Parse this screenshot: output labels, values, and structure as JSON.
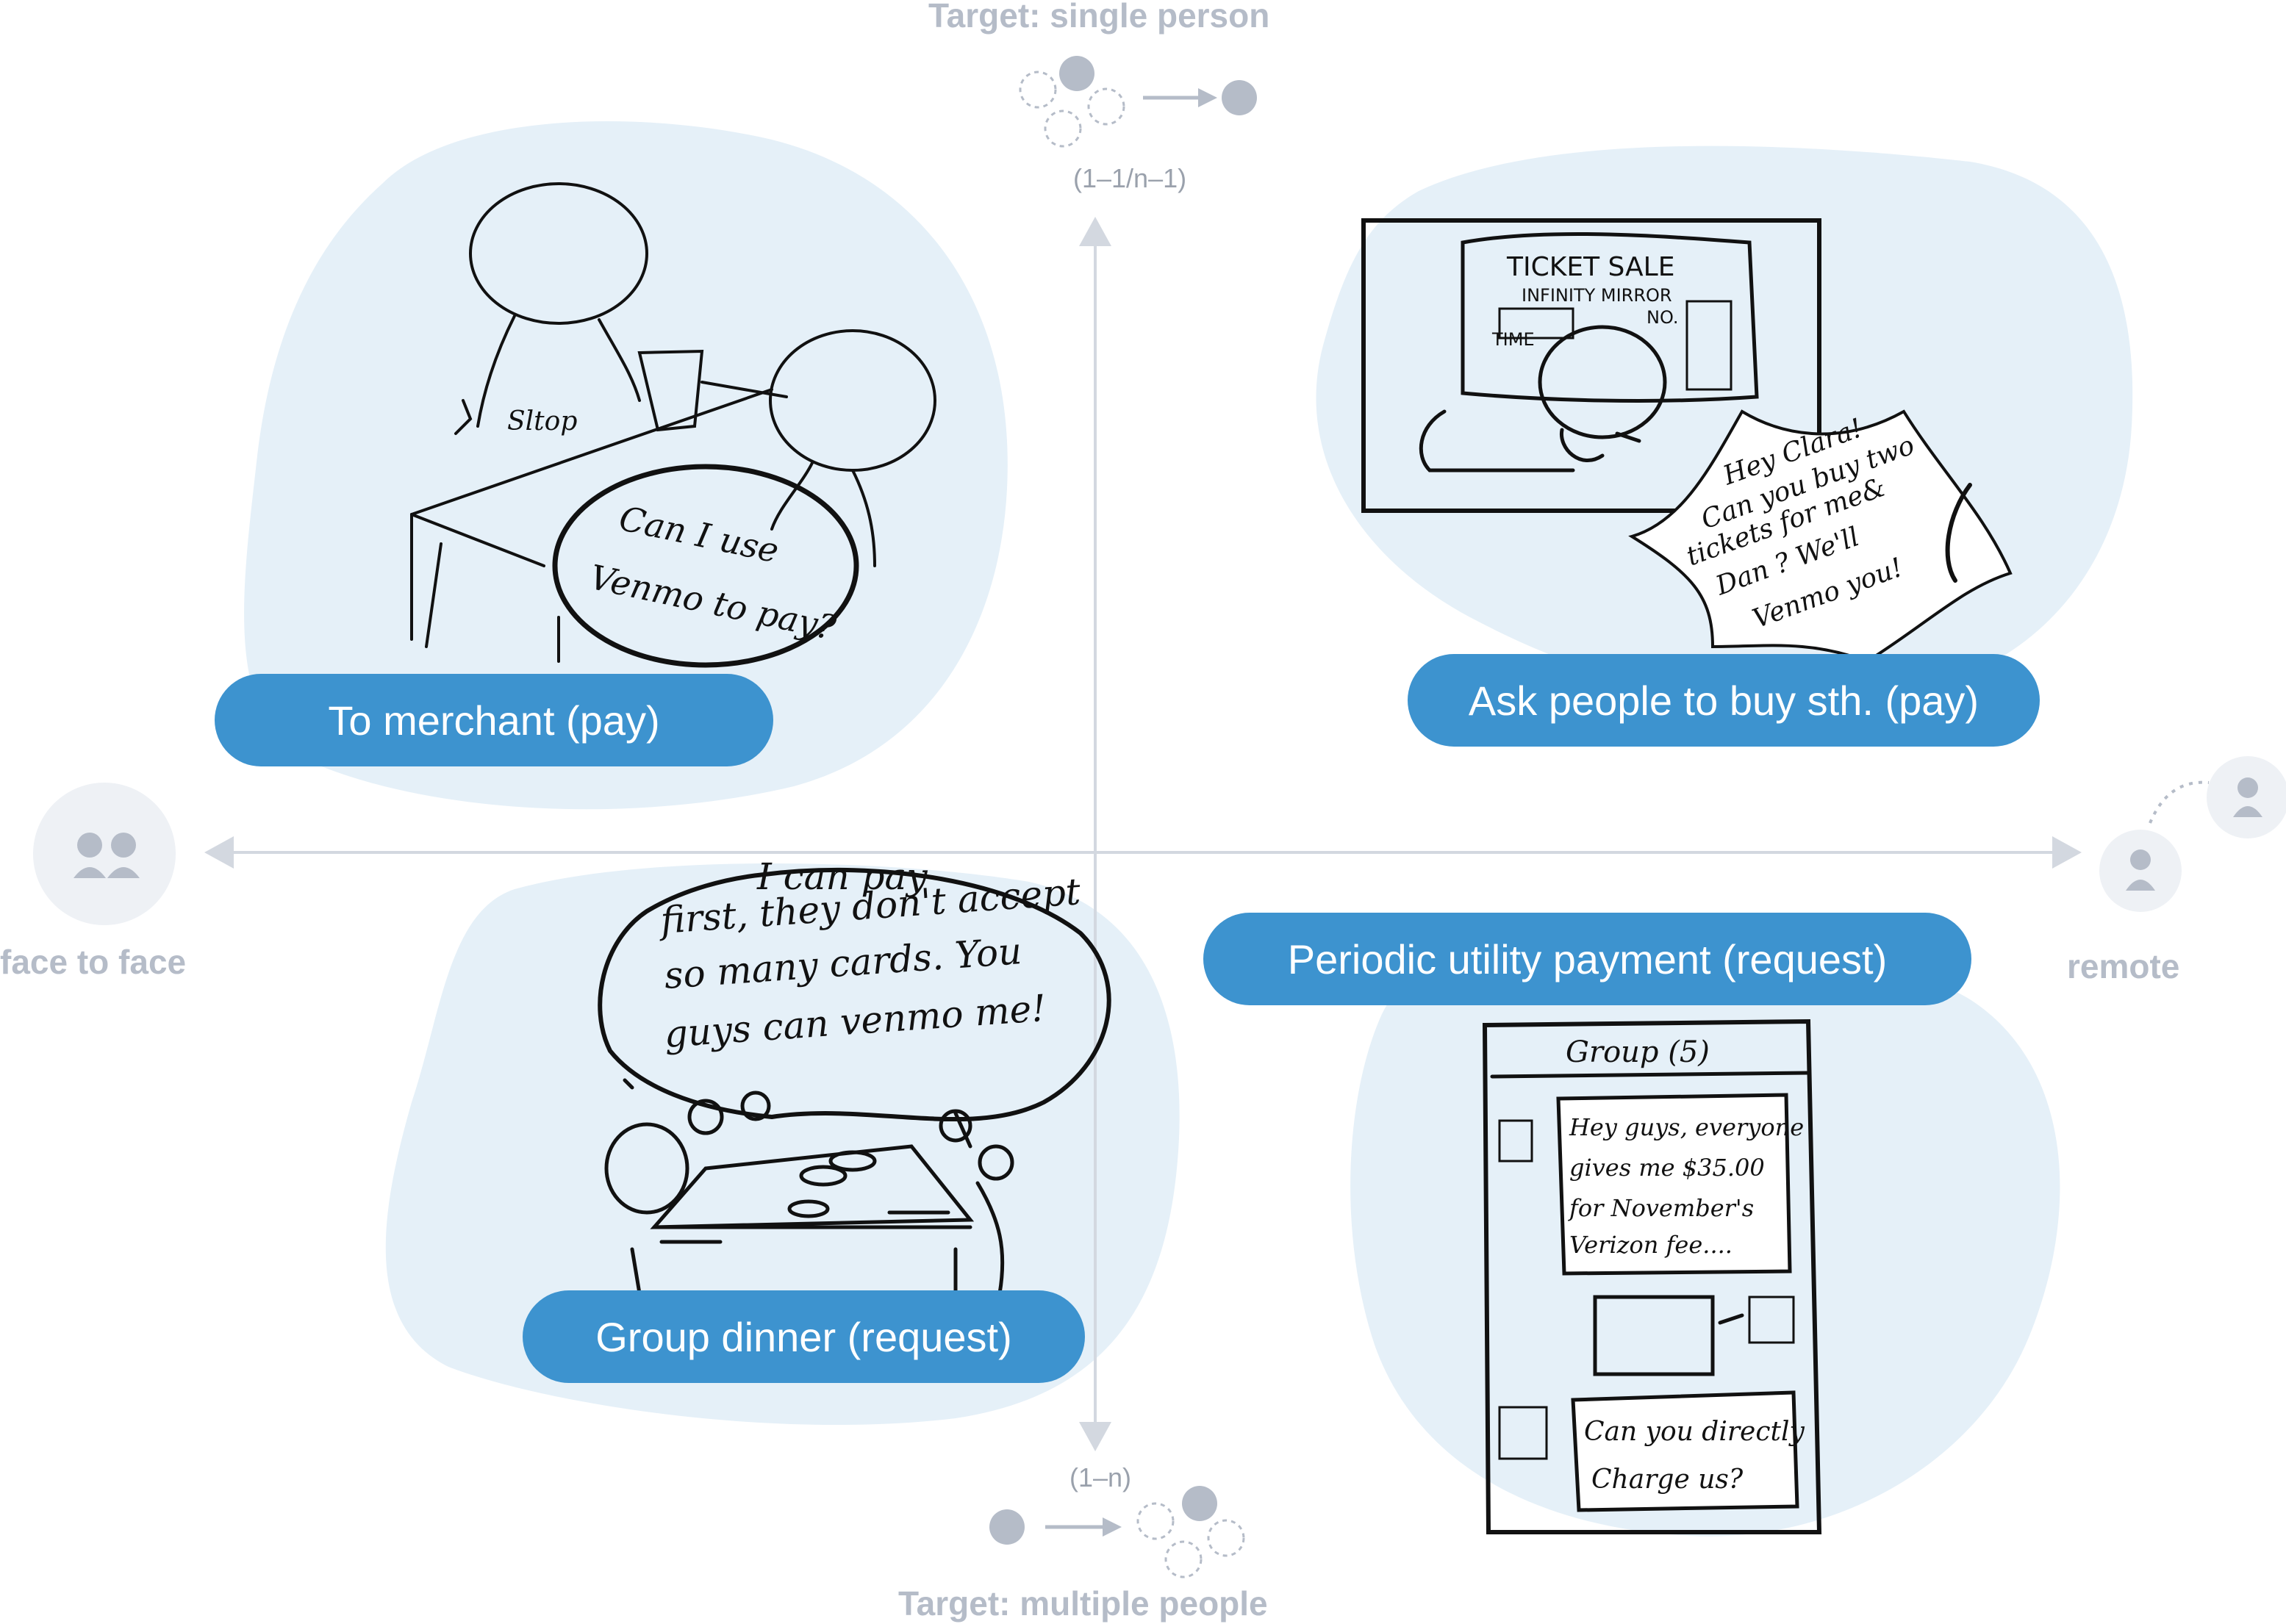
{
  "axes": {
    "top_label": "Target:  single person",
    "top_sub": "(1–1/n–1)",
    "bottom_label": "Target: multiple people",
    "bottom_sub": "(1–n)",
    "left_label": "face to face",
    "right_label": "remote"
  },
  "quadrants": {
    "top_left": {
      "label": "To merchant (pay)",
      "sketch_texts": [
        "Sltop",
        "Can I use",
        "Venmo to pay?"
      ]
    },
    "top_right": {
      "label": "Ask people to buy sth. (pay)",
      "sketch_texts": [
        "TICKET SALE",
        "INFINITY  MIRROR",
        "TIME",
        "NO.",
        "Hey Clara!",
        "Can you buy two",
        "tickets for me&",
        "Dan ? We'll",
        "Venmo you!"
      ]
    },
    "bottom_left": {
      "label": "Group dinner (request)",
      "sketch_texts": [
        "I can pay",
        "first, they don't accept",
        "so many cards. You",
        "guys can venmo me!"
      ]
    },
    "bottom_right": {
      "label": "Periodic utility payment (request)",
      "sketch_texts": [
        "Group (5)",
        "Hey guys, everyone",
        "gives me $35.00",
        "for November's",
        "Verizon fee....",
        "Can you directly",
        "Charge us?"
      ]
    }
  },
  "colors": {
    "blob": "#e5f0f8",
    "pill": "#3d93cf",
    "axis": "#d3d8e0",
    "icon": "#b5bcc8"
  }
}
